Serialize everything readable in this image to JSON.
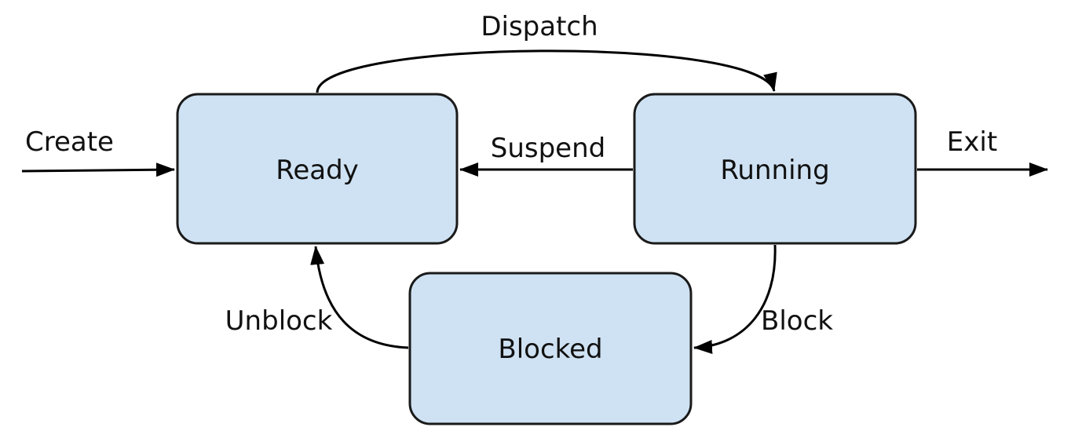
{
  "states": {
    "ready": "Ready",
    "running": "Running",
    "blocked": "Blocked"
  },
  "transitions": {
    "create": "Create",
    "dispatch": "Dispatch",
    "suspend": "Suspend",
    "exit": "Exit",
    "block": "Block",
    "unblock": "Unblock"
  },
  "colors": {
    "state_fill": "#cfe2f3",
    "stroke": "#1a1a1a"
  }
}
